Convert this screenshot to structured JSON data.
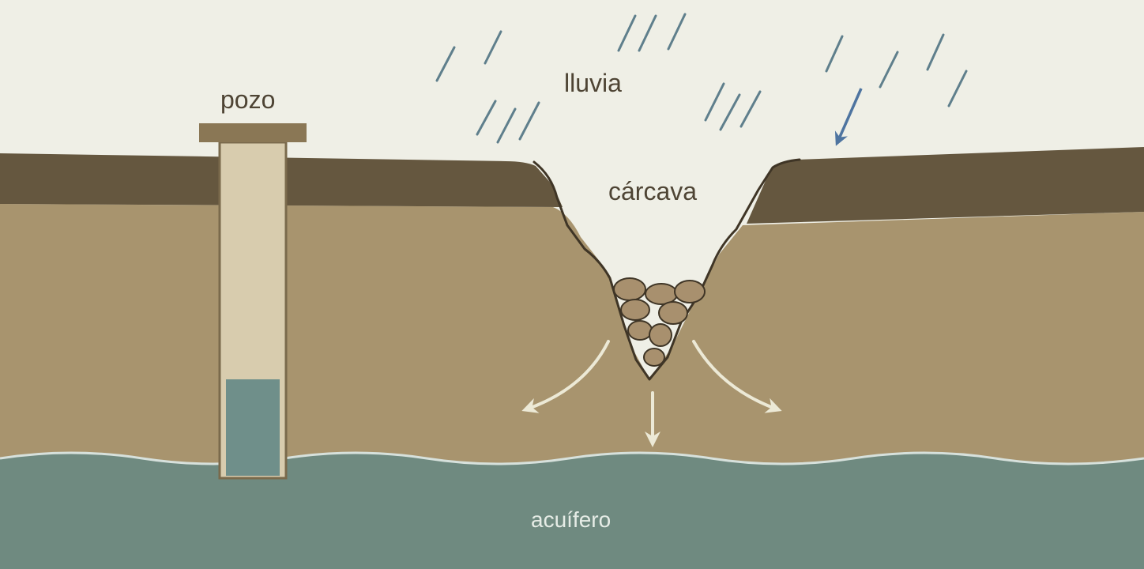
{
  "labels": {
    "well": "pozo",
    "rain": "lluvia",
    "gully": "cárcava",
    "aquifer": "acuífero"
  },
  "colors": {
    "sky": "#efefe6",
    "topsoil": "#65573f",
    "subsoil": "#a8946e",
    "aquifer": "#6f8a80",
    "water_line": "#d7e1dc",
    "well_casing": "#d8ccae",
    "well_cap": "#8a7755",
    "well_water": "#6f8f8a",
    "rain": "#5f7f8c",
    "runoff_arrow": "#4e74a0",
    "infiltration_arrow": "#ece9d6",
    "stones": "#a8906e"
  },
  "icons": [
    "rain-streak",
    "runoff-arrow-icon",
    "infiltration-arrow-icon",
    "stone"
  ]
}
